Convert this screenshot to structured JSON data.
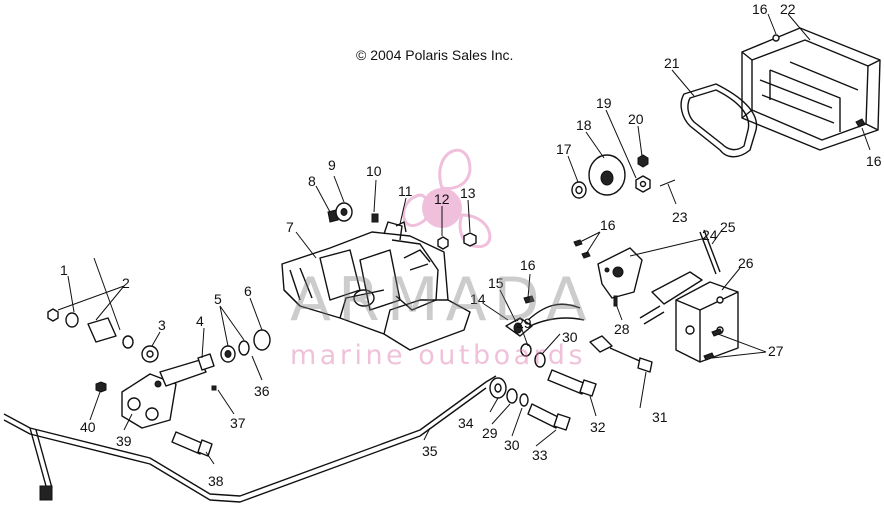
{
  "copyright": "© 2004 Polaris Sales Inc.",
  "watermark": {
    "brand": "ARMADA",
    "subtitle": "marine outboards",
    "logo_color": "#e58cc0",
    "brand_color": "#8a8a8a"
  },
  "callouts": {
    "c1": "1",
    "c2": "2",
    "c3": "3",
    "c4": "4",
    "c5": "5",
    "c6": "6",
    "c7": "7",
    "c8": "8",
    "c9": "9",
    "c10": "10",
    "c11": "11",
    "c12": "12",
    "c13": "13",
    "c14": "14",
    "c15": "15",
    "c16a": "16",
    "c16b": "16",
    "c16c": "16",
    "c16d": "16",
    "c17": "17",
    "c18": "18",
    "c19": "19",
    "c20": "20",
    "c21": "21",
    "c22": "22",
    "c23": "23",
    "c24": "24",
    "c25": "25",
    "c26": "26",
    "c27": "27",
    "c28": "28",
    "c29a": "29",
    "c29b": "29",
    "c30a": "30",
    "c30b": "30",
    "c31": "31",
    "c32": "32",
    "c33": "33",
    "c34": "34",
    "c35": "35",
    "c36": "36",
    "c37": "37",
    "c38": "38",
    "c39": "39",
    "c40": "40"
  }
}
